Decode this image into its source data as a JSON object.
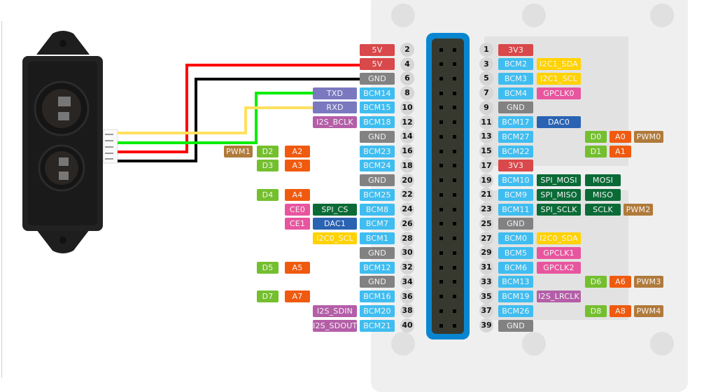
{
  "colors": {
    "power": "#d9484a",
    "gnd": "#828282",
    "bcm": "#3fbdf0",
    "uart": "#7a79c0",
    "i2s": "#b45ea8",
    "spi": "#0b6b37",
    "dac": "#2a63b2",
    "i2c": "#ffd200",
    "gpclk": "#e8559f",
    "ce": "#e8559f",
    "d": "#74bf2e",
    "a": "#f05a0f",
    "pwm": "#b07a3b",
    "header": "#0a86d0"
  },
  "wires": [
    {
      "color": "#ff0000",
      "to_pin": 4,
      "signal": "5V"
    },
    {
      "color": "#000000",
      "to_pin": 6,
      "signal": "GND"
    },
    {
      "color": "#00ee00",
      "to_pin": 8,
      "signal": "TXD"
    },
    {
      "color": "#ffe060",
      "to_pin": 10,
      "signal": "RXD"
    }
  ],
  "left_pins": [
    {
      "pin": "2",
      "labels": [
        {
          "text": "5V",
          "type": "power"
        }
      ]
    },
    {
      "pin": "4",
      "labels": [
        {
          "text": "5V",
          "type": "power"
        }
      ]
    },
    {
      "pin": "6",
      "labels": [
        {
          "text": "GND",
          "type": "gnd"
        }
      ]
    },
    {
      "pin": "8",
      "labels": [
        {
          "text": "BCM14",
          "type": "bcm"
        },
        {
          "text": "TXD",
          "type": "uart"
        }
      ]
    },
    {
      "pin": "10",
      "labels": [
        {
          "text": "BCM15",
          "type": "bcm"
        },
        {
          "text": "RXD",
          "type": "uart"
        }
      ]
    },
    {
      "pin": "12",
      "labels": [
        {
          "text": "BCM18",
          "type": "bcm"
        },
        {
          "text": "I2S_BCLK",
          "type": "i2s"
        }
      ]
    },
    {
      "pin": "14",
      "labels": [
        {
          "text": "GND",
          "type": "gnd"
        }
      ]
    },
    {
      "pin": "16",
      "labels": [
        {
          "text": "BCM23",
          "type": "bcm"
        },
        {
          "text": "A2",
          "type": "a"
        },
        {
          "text": "D2",
          "type": "d"
        },
        {
          "text": "PWM1",
          "type": "pwm"
        }
      ]
    },
    {
      "pin": "18",
      "labels": [
        {
          "text": "BCM24",
          "type": "bcm"
        },
        {
          "text": "A3",
          "type": "a"
        },
        {
          "text": "D3",
          "type": "d"
        }
      ]
    },
    {
      "pin": "20",
      "labels": [
        {
          "text": "GND",
          "type": "gnd"
        }
      ]
    },
    {
      "pin": "22",
      "labels": [
        {
          "text": "BCM25",
          "type": "bcm"
        },
        {
          "text": "A4",
          "type": "a"
        },
        {
          "text": "D4",
          "type": "d"
        }
      ]
    },
    {
      "pin": "24",
      "labels": [
        {
          "text": "BCM8",
          "type": "bcm"
        },
        {
          "text": "SPI_CS",
          "type": "spi"
        },
        {
          "text": "CE0",
          "type": "ce"
        }
      ]
    },
    {
      "pin": "26",
      "labels": [
        {
          "text": "BCM7",
          "type": "bcm"
        },
        {
          "text": "DAC1",
          "type": "dac"
        },
        {
          "text": "CE1",
          "type": "ce"
        }
      ]
    },
    {
      "pin": "28",
      "labels": [
        {
          "text": "BCM1",
          "type": "bcm"
        },
        {
          "text": "I2C0_SCL",
          "type": "i2c"
        }
      ]
    },
    {
      "pin": "30",
      "labels": [
        {
          "text": "GND",
          "type": "gnd"
        }
      ]
    },
    {
      "pin": "32",
      "labels": [
        {
          "text": "BCM12",
          "type": "bcm"
        },
        {
          "text": "A5",
          "type": "a"
        },
        {
          "text": "D5",
          "type": "d"
        }
      ]
    },
    {
      "pin": "34",
      "labels": [
        {
          "text": "GND",
          "type": "gnd"
        }
      ]
    },
    {
      "pin": "36",
      "labels": [
        {
          "text": "BCM16",
          "type": "bcm"
        },
        {
          "text": "A7",
          "type": "a"
        },
        {
          "text": "D7",
          "type": "d"
        }
      ]
    },
    {
      "pin": "38",
      "labels": [
        {
          "text": "BCM20",
          "type": "bcm"
        },
        {
          "text": "I2S_SDIN",
          "type": "i2s"
        }
      ]
    },
    {
      "pin": "40",
      "labels": [
        {
          "text": "BCM21",
          "type": "bcm"
        },
        {
          "text": "I2S_SDOUT",
          "type": "i2s"
        }
      ]
    }
  ],
  "right_pins": [
    {
      "pin": "1",
      "labels": [
        {
          "text": "3V3",
          "type": "power"
        }
      ]
    },
    {
      "pin": "3",
      "labels": [
        {
          "text": "BCM2",
          "type": "bcm"
        },
        {
          "text": "I2C1_SDA",
          "type": "i2c"
        }
      ]
    },
    {
      "pin": "5",
      "labels": [
        {
          "text": "BCM3",
          "type": "bcm"
        },
        {
          "text": "I2C1_SCL",
          "type": "i2c"
        }
      ]
    },
    {
      "pin": "7",
      "labels": [
        {
          "text": "BCM4",
          "type": "bcm"
        },
        {
          "text": "GPCLK0",
          "type": "gpclk"
        }
      ]
    },
    {
      "pin": "9",
      "labels": [
        {
          "text": "GND",
          "type": "gnd"
        }
      ]
    },
    {
      "pin": "11",
      "labels": [
        {
          "text": "BCM17",
          "type": "bcm"
        },
        {
          "text": "DAC0",
          "type": "dac"
        }
      ]
    },
    {
      "pin": "13",
      "labels": [
        {
          "text": "BCM27",
          "type": "bcm"
        },
        {
          "text": "D0",
          "type": "d"
        },
        {
          "text": "A0",
          "type": "a"
        },
        {
          "text": "PWM0",
          "type": "pwm"
        }
      ]
    },
    {
      "pin": "15",
      "labels": [
        {
          "text": "BCM22",
          "type": "bcm"
        },
        {
          "text": "D1",
          "type": "d"
        },
        {
          "text": "A1",
          "type": "a"
        }
      ]
    },
    {
      "pin": "17",
      "labels": [
        {
          "text": "3V3",
          "type": "power"
        }
      ]
    },
    {
      "pin": "19",
      "labels": [
        {
          "text": "BCM10",
          "type": "bcm"
        },
        {
          "text": "SPI_MOSI",
          "type": "spi"
        },
        {
          "text": "MOSI",
          "type": "spi"
        }
      ]
    },
    {
      "pin": "21",
      "labels": [
        {
          "text": "BCM9",
          "type": "bcm"
        },
        {
          "text": "SPI_MISO",
          "type": "spi"
        },
        {
          "text": "MISO",
          "type": "spi"
        }
      ]
    },
    {
      "pin": "23",
      "labels": [
        {
          "text": "BCM11",
          "type": "bcm"
        },
        {
          "text": "SPI_SCLK",
          "type": "spi"
        },
        {
          "text": "SCLK",
          "type": "spi"
        },
        {
          "text": "PWM2",
          "type": "pwm"
        }
      ]
    },
    {
      "pin": "25",
      "labels": [
        {
          "text": "GND",
          "type": "gnd"
        }
      ]
    },
    {
      "pin": "27",
      "labels": [
        {
          "text": "BCM0",
          "type": "bcm"
        },
        {
          "text": "I2C0_SDA",
          "type": "i2c"
        }
      ]
    },
    {
      "pin": "29",
      "labels": [
        {
          "text": "BCM5",
          "type": "bcm"
        },
        {
          "text": "GPCLK1",
          "type": "gpclk"
        }
      ]
    },
    {
      "pin": "31",
      "labels": [
        {
          "text": "BCM6",
          "type": "bcm"
        },
        {
          "text": "GPCLK2",
          "type": "gpclk"
        }
      ]
    },
    {
      "pin": "33",
      "labels": [
        {
          "text": "BCM13",
          "type": "bcm"
        },
        {
          "text": "D6",
          "type": "d"
        },
        {
          "text": "A6",
          "type": "a"
        },
        {
          "text": "PWM3",
          "type": "pwm"
        }
      ]
    },
    {
      "pin": "35",
      "labels": [
        {
          "text": "BCM19",
          "type": "bcm"
        },
        {
          "text": "I2S_LRCLK",
          "type": "i2s"
        }
      ]
    },
    {
      "pin": "37",
      "labels": [
        {
          "text": "BCM26",
          "type": "bcm"
        },
        {
          "text": "D8",
          "type": "d"
        },
        {
          "text": "A8",
          "type": "a"
        },
        {
          "text": "PWM4",
          "type": "pwm"
        }
      ]
    },
    {
      "pin": "39",
      "labels": [
        {
          "text": "GND",
          "type": "gnd"
        }
      ]
    }
  ]
}
